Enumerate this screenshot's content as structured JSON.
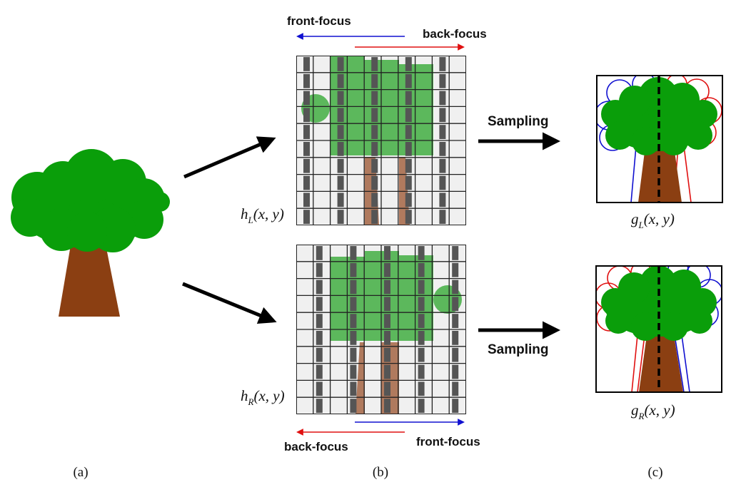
{
  "labels": {
    "panel_a": "(a)",
    "panel_b": "(b)",
    "panel_c": "(c)",
    "top": {
      "front_focus": "front-focus",
      "back_focus": "back-focus",
      "sampling": "Sampling",
      "h_label": {
        "base": "h",
        "sub": "L",
        "args": "(x, y)"
      },
      "g_label": {
        "base": "g",
        "sub": "L",
        "args": "(x, y)"
      }
    },
    "bottom": {
      "front_focus": "front-focus",
      "back_focus": "back-focus",
      "sampling": "Sampling",
      "h_label": {
        "base": "h",
        "sub": "R",
        "args": "(x, y)"
      },
      "g_label": {
        "base": "g",
        "sub": "R",
        "args": "(x, y)"
      }
    }
  },
  "colors": {
    "foliage": "#0a9e0a",
    "trunk": "#8b3f12",
    "foliage_faded": "#5cb85c",
    "trunk_faded": "#b07a5e",
    "grid_cell": "#f0f0f0",
    "grid_line": "#222222",
    "pixel_bar": "#555555",
    "front_focus_arrow": "#1010d0",
    "back_focus_arrow": "#e01010",
    "arrow": "#000000"
  },
  "grid": {
    "rows": 10,
    "cols": 10
  }
}
